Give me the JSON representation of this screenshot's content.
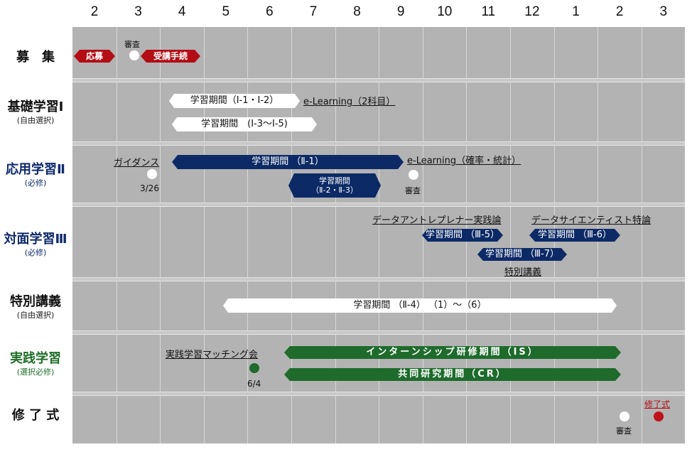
{
  "months": [
    "2",
    "3",
    "4",
    "5",
    "6",
    "7",
    "8",
    "9",
    "10",
    "11",
    "12",
    "1",
    "2",
    "3"
  ],
  "rows": {
    "recruit": {
      "label": "募　集"
    },
    "basic": {
      "label": "基礎学習Ⅰ",
      "sub": "(自由選択)"
    },
    "applied": {
      "label": "応用学習Ⅱ",
      "sub": "(必修)"
    },
    "facetoface": {
      "label": "対面学習Ⅲ",
      "sub": "(必修)"
    },
    "special": {
      "label": "特別講義",
      "sub": "(自由選択)"
    },
    "practice": {
      "label": "実践学習",
      "sub": "(選択必修)"
    },
    "graduation": {
      "label": "修 了 式"
    }
  },
  "items": {
    "apply": "応募",
    "review1": "審査",
    "enroll": "受講手続",
    "basic_period1": "学習期間（Ⅰ-1・Ⅰ-2）",
    "basic_elearning": "e-Learning（2科目）",
    "basic_period2": "学習期間　(Ⅰ-3～Ⅰ-5)",
    "guidance": "ガイダンス",
    "guidance_date": "3/26",
    "applied_period1": "学習期間 （Ⅱ-1）",
    "applied_elearning": "e-Learning（確率・統計）",
    "applied_period2a": "学習期間",
    "applied_period2b": "（Ⅱ-2・Ⅱ-3）",
    "review2": "審査",
    "entrepreneur": "データアントレプレナー実践論",
    "scientist": "データサイエンティスト特論",
    "f_period5": "学習期間 （Ⅲ-5）",
    "f_period6": "学習期間 （Ⅲ-6）",
    "f_period7": "学習期間 （Ⅲ-7）",
    "special_lecture": "特別講義",
    "special_period": "学習期間 （Ⅱ-4） （1）～（6）",
    "matching": "実践学習マッチング会",
    "matching_date": "6/4",
    "internship": "インターンシップ研修期間（IS）",
    "joint": "共同研究期間（CR）",
    "review3": "審査",
    "ceremony": "修了式"
  }
}
